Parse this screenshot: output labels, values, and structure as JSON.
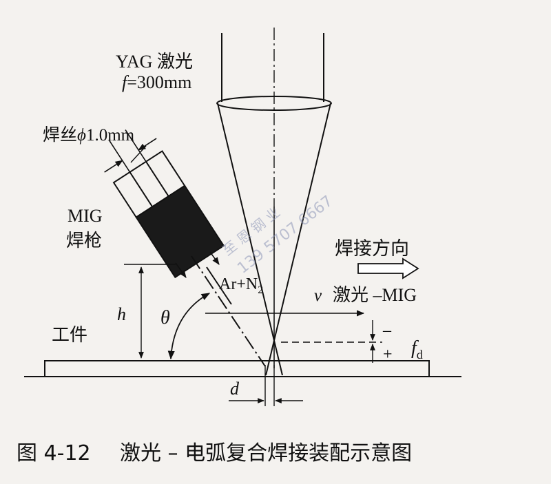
{
  "laser": {
    "name": "YAG 激光",
    "focal_italic": "f",
    "focal_rest": "=300mm"
  },
  "wire": {
    "label": "焊丝",
    "phi": "ϕ",
    "size": "1.0mm"
  },
  "torch": {
    "line1": "MIG",
    "line2": "焊枪"
  },
  "gas": {
    "base": "Ar+N",
    "sub": "2"
  },
  "direction": {
    "label": "焊接方向"
  },
  "speed": {
    "symbol": "v"
  },
  "process": {
    "label": "激光 –MIG"
  },
  "workpiece": {
    "label": "工件"
  },
  "dims": {
    "h": "h",
    "theta": "θ",
    "d": "d",
    "fd_base": "f",
    "fd_sub": "d",
    "minus": "–",
    "plus": "+"
  },
  "watermark": {
    "line1": "至 恩 钢 业",
    "line2": "139 5707 6667"
  },
  "caption": {
    "figure": "图 4-12",
    "title": "激光 – 电弧复合焊接装配示意图"
  }
}
